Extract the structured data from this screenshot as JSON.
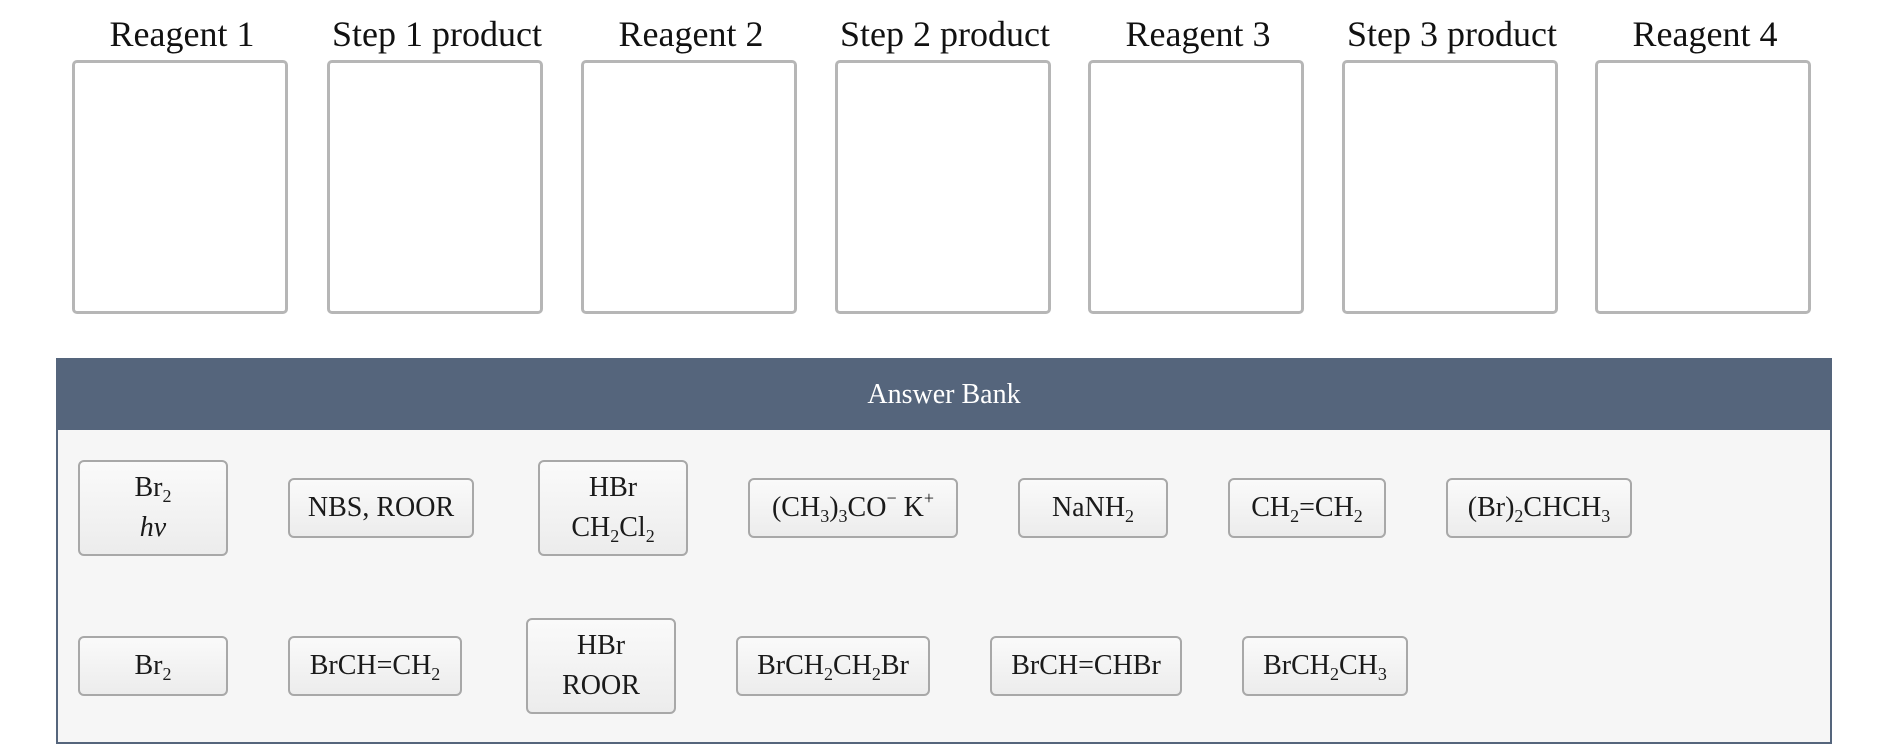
{
  "slots": [
    {
      "label": "Reagent 1"
    },
    {
      "label": "Step 1 product"
    },
    {
      "label": "Reagent 2"
    },
    {
      "label": "Step 2 product"
    },
    {
      "label": "Reagent 3"
    },
    {
      "label": "Step 3 product"
    },
    {
      "label": "Reagent 4"
    }
  ],
  "answer_bank": {
    "title": "Answer Bank",
    "items": [
      {
        "id": "br2-hv",
        "text": "Br2 hν",
        "line1": [
          "Br",
          "2"
        ],
        "line2": "hν"
      },
      {
        "id": "nbs-roor",
        "text": "NBS, ROOR"
      },
      {
        "id": "hbr-ch2cl2",
        "text": "HBr CH2Cl2"
      },
      {
        "id": "tbuok",
        "text": "(CH3)3CO− K+"
      },
      {
        "id": "nanh2",
        "text": "NaNH2"
      },
      {
        "id": "ethylene",
        "text": "CH2=CH2"
      },
      {
        "id": "dibromoethane-gem",
        "text": "(Br)2CHCH3"
      },
      {
        "id": "br2",
        "text": "Br2"
      },
      {
        "id": "vinyl-bromide",
        "text": "BrCH=CH2"
      },
      {
        "id": "hbr-roor",
        "text": "HBr ROOR"
      },
      {
        "id": "dibromoethane-vic",
        "text": "BrCH2CH2Br"
      },
      {
        "id": "dibromoethene",
        "text": "BrCH=CHBr"
      },
      {
        "id": "bromoethane",
        "text": "BrCH2CH3"
      }
    ]
  }
}
